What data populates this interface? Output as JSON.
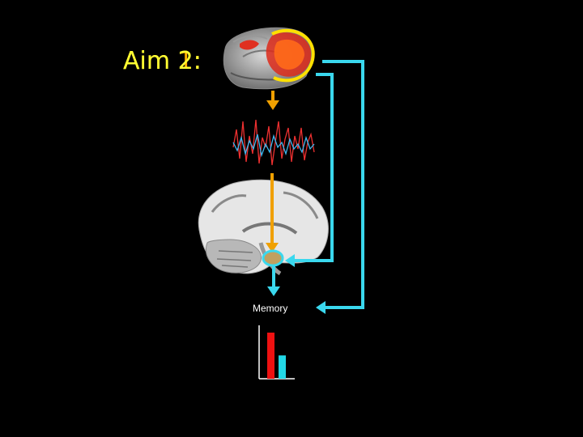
{
  "slide": {
    "title_back": "Aim 1:",
    "title_front": "Aim 2:",
    "memory_label": "Memory"
  },
  "colors": {
    "background": "#000000",
    "title_front": "#ffff33",
    "title_back": "#ffb000",
    "arrow_orange": "#f0a000",
    "arrow_cyan": "#3ad8ee",
    "bar_red": "#ee1111",
    "bar_cyan": "#22d8e6",
    "eeg_red": "#ee3030",
    "eeg_blue": "#40b8f0"
  },
  "chart_data": {
    "type": "bar",
    "categories": [
      "",
      ""
    ],
    "values": [
      0.95,
      0.48
    ],
    "colors": [
      "#ee1111",
      "#22d8e6"
    ],
    "title": "",
    "xlabel": "",
    "ylabel": "",
    "ylim": [
      0,
      1
    ]
  }
}
